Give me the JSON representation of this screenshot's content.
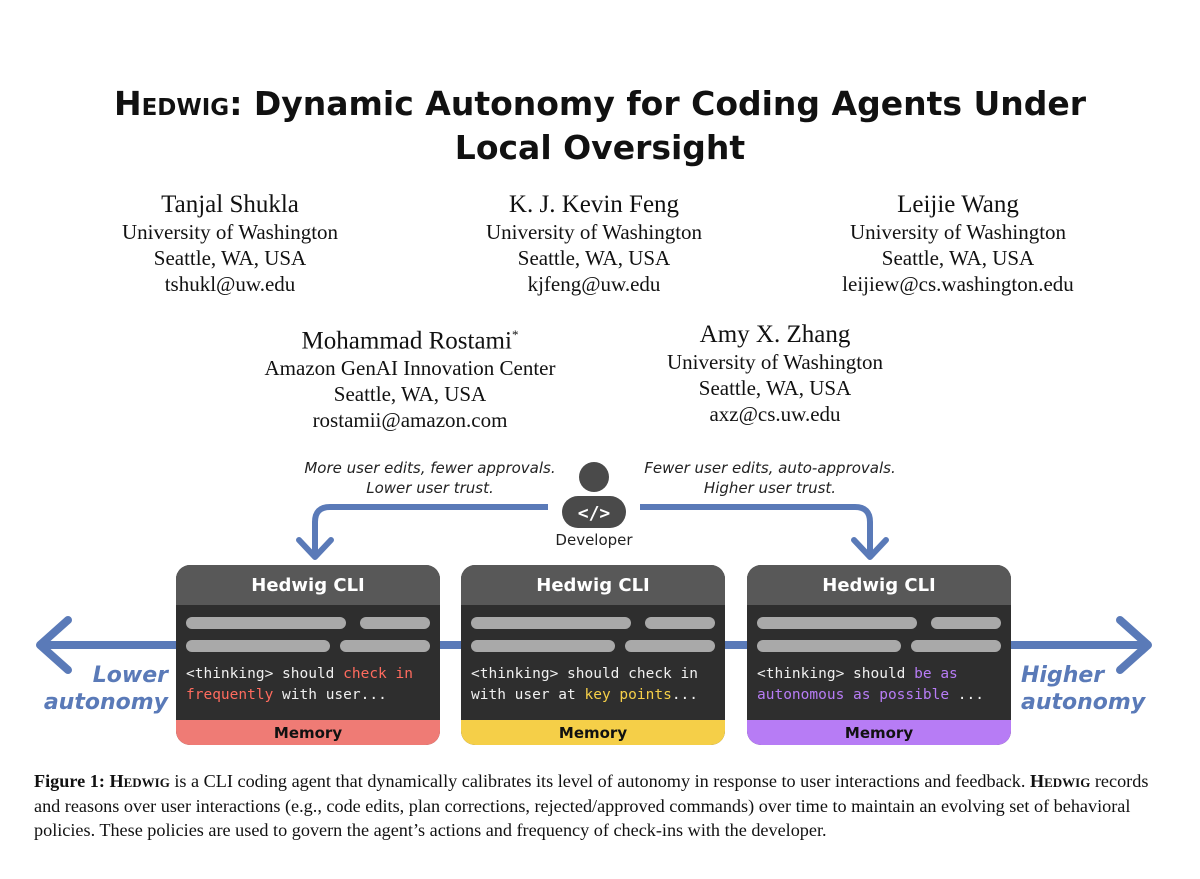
{
  "paper": {
    "title_name": "Hedwig",
    "title_rest": ": Dynamic Autonomy for Coding Agents Under",
    "title_line2": "Local Oversight"
  },
  "authors": [
    {
      "name": "Tanjal Shukla",
      "affil": "University of Washington",
      "location": "Seattle, WA, USA",
      "email": "tshukl@uw.edu"
    },
    {
      "name": "K. J. Kevin Feng",
      "affil": "University of Washington",
      "location": "Seattle, WA, USA",
      "email": "kjfeng@uw.edu"
    },
    {
      "name": "Leijie Wang",
      "affil": "University of Washington",
      "location": "Seattle, WA, USA",
      "email": "leijiew@cs.washington.edu"
    },
    {
      "name": "Mohammad Rostami",
      "mark": "*",
      "affil": "Amazon GenAI Innovation Center",
      "location": "Seattle, WA, USA",
      "email": "rostamii@amazon.com"
    },
    {
      "name": "Amy X. Zhang",
      "affil": "University of Washington",
      "location": "Seattle, WA, USA",
      "email": "axz@cs.uw.edu"
    }
  ],
  "figure": {
    "note_left": [
      "More user edits, fewer approvals.",
      "Lower user trust."
    ],
    "note_right": [
      "Fewer user edits, auto-approvals.",
      "Higher user trust."
    ],
    "developer_label": "Developer",
    "developer_glyph": "</>",
    "lower_label": [
      "Lower",
      "autonomy"
    ],
    "higher_label": [
      "Higher",
      "autonomy"
    ],
    "axis_color": "#5a7ab8",
    "cards": [
      {
        "title": "Hedwig CLI",
        "memory": "Memory",
        "memory_color": "#ef7b75",
        "highlight_color": "#ff6b5e",
        "line1_plain": "<thinking> should ",
        "line1_hl": "check in",
        "line2_hl": "frequently",
        "line2_plain": " with user..."
      },
      {
        "title": "Hedwig CLI",
        "memory": "Memory",
        "memory_color": "#f5cf48",
        "highlight_color": "#f5cf48",
        "line1_plain": "<thinking> should check in",
        "line1_hl": "",
        "line2_plain": "with user at ",
        "line2_hl": "key points",
        "line2_tail": "..."
      },
      {
        "title": "Hedwig CLI",
        "memory": "Memory",
        "memory_color": "#b77cf5",
        "highlight_color": "#b77cf5",
        "line1_plain": "<thinking> should ",
        "line1_hl": "be as",
        "line2_hl": "autonomous as possible",
        "line2_plain": " ..."
      }
    ]
  },
  "caption": {
    "label": "Figure 1: ",
    "name1": "Hedwig",
    "text1": " is a CLI coding agent that dynamically calibrates its level of autonomy in response to user interactions and feedback. ",
    "name2": "Hedwig",
    "text2": " records and reasons over user interactions (e.g., code edits, plan corrections, rejected/approved commands) over time to maintain an evolving set of behavioral policies. These policies are used to govern the agent’s actions and frequency of check-ins with the developer."
  }
}
